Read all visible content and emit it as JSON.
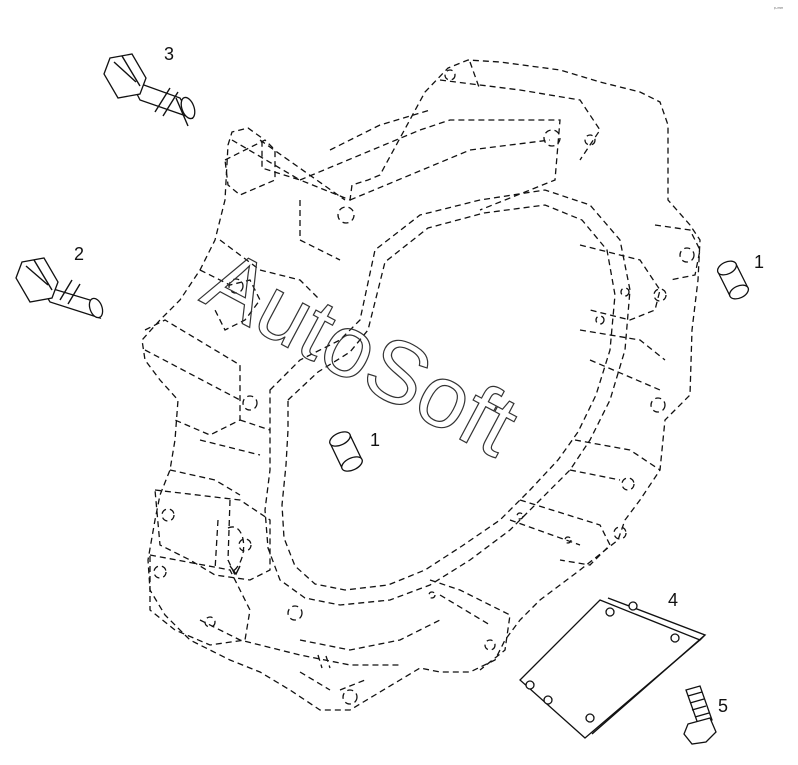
{
  "callouts": [
    {
      "id": "1",
      "label": "1"
    },
    {
      "id": "1b",
      "label": "1"
    },
    {
      "id": "2",
      "label": "2"
    },
    {
      "id": "3",
      "label": "3"
    },
    {
      "id": "4",
      "label": "4"
    },
    {
      "id": "5",
      "label": "5"
    }
  ],
  "watermark": {
    "text": "AutoSoft"
  },
  "corner_mark": {
    "text": "ᵖ·ᵐᵐ"
  }
}
